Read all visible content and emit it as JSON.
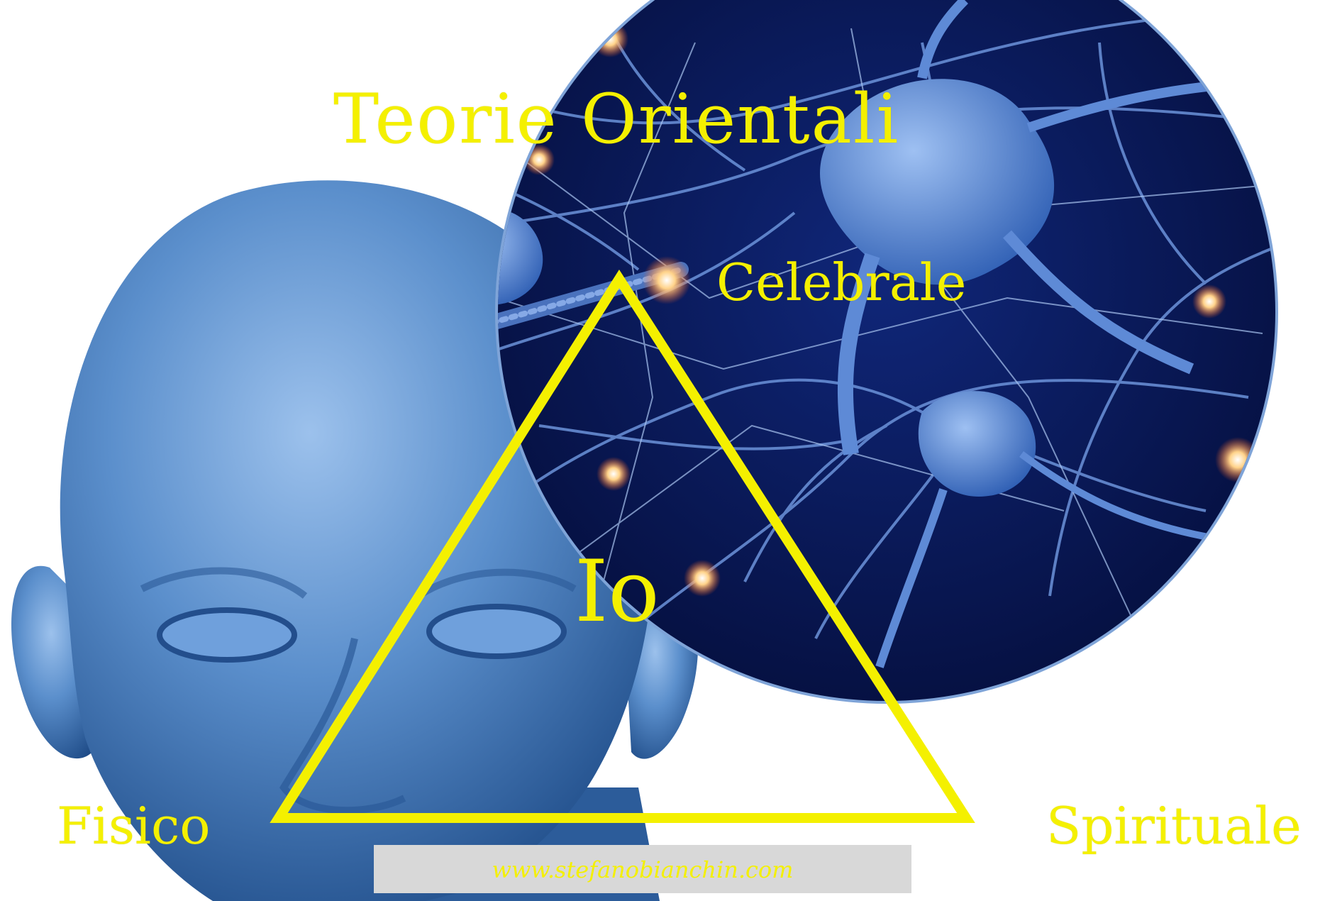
{
  "title": "Teorie Orientali",
  "triangle": {
    "top_label": "Celebrale",
    "center_label": "Io",
    "left_label": "Fisico",
    "right_label": "Spirituale"
  },
  "footer": {
    "url": "www.stefanobianchin.com"
  },
  "colors": {
    "text_accent": "#f4f000",
    "head": "#4f86c6",
    "neuron_bg": "#0b1e5c",
    "neuron": "#5f8fd8",
    "footer_bg": "#d8d8d8"
  }
}
